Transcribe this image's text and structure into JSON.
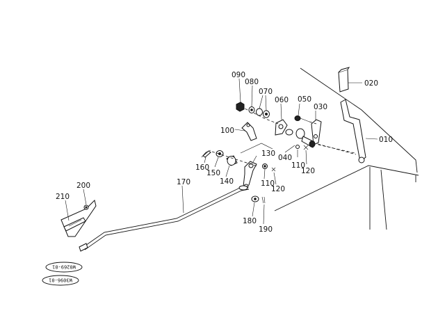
{
  "diagram": {
    "parts": [
      {
        "key": "p090",
        "label": "090"
      },
      {
        "key": "p080",
        "label": "080"
      },
      {
        "key": "p070",
        "label": "070"
      },
      {
        "key": "p060",
        "label": "060"
      },
      {
        "key": "p050",
        "label": "050"
      },
      {
        "key": "p030",
        "label": "030"
      },
      {
        "key": "p020",
        "label": "020"
      },
      {
        "key": "p010",
        "label": "010"
      },
      {
        "key": "p100",
        "label": "100"
      },
      {
        "key": "p040",
        "label": "040"
      },
      {
        "key": "p110a",
        "label": "110"
      },
      {
        "key": "p120a",
        "label": "120"
      },
      {
        "key": "p130",
        "label": "130"
      },
      {
        "key": "p160",
        "label": "160"
      },
      {
        "key": "p150",
        "label": "150"
      },
      {
        "key": "p140",
        "label": "140"
      },
      {
        "key": "p110b",
        "label": "110"
      },
      {
        "key": "p120b",
        "label": "120"
      },
      {
        "key": "p170",
        "label": "170"
      },
      {
        "key": "p200",
        "label": "200"
      },
      {
        "key": "p210",
        "label": "210"
      },
      {
        "key": "p180",
        "label": "180"
      },
      {
        "key": "p190",
        "label": "190"
      }
    ],
    "codes": [
      "W0269-01",
      "W3096-01"
    ]
  }
}
